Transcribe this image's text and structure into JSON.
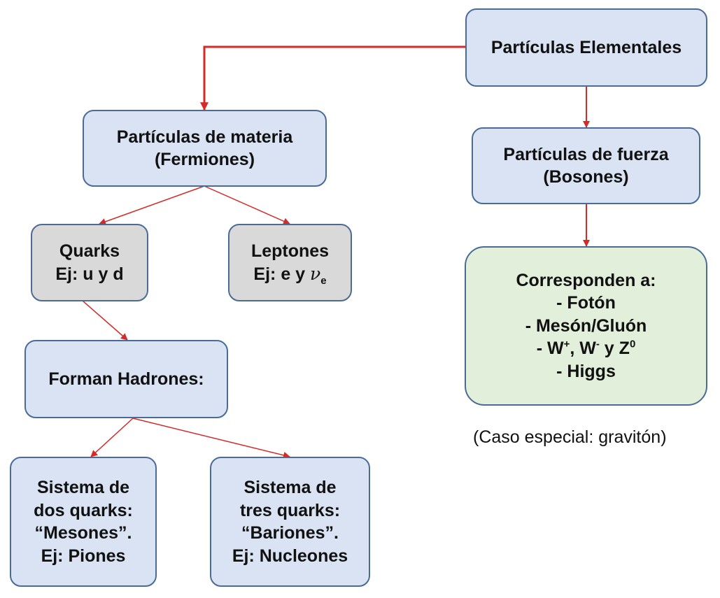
{
  "colors": {
    "connector": "#d42a2a",
    "box_blue": "#dae3f3",
    "box_gray": "#d9d9d9",
    "box_green": "#e2efda",
    "border": "#4a6b96"
  },
  "nodes": {
    "elementales": {
      "lines": [
        "Partículas Elementales"
      ]
    },
    "materia": {
      "lines": [
        "Partículas de materia",
        "(Fermiones)"
      ]
    },
    "fuerza": {
      "lines": [
        "Partículas de fuerza",
        "(Bosones)"
      ]
    },
    "quarks": {
      "lines": [
        "Quarks",
        "Ej: u y d"
      ]
    },
    "leptones": {
      "line1": "Leptones",
      "line2_prefix": "Ej: e y ",
      "nu_symbol": "ν",
      "nu_subscript": "e"
    },
    "corresponden": {
      "title": "Corresponden a:",
      "item1": "- Fotón",
      "item2": "- Mesón/Gluón",
      "w_prefix": "- W",
      "w_plus": "+",
      "w_minus_sep": ", W",
      "w_minus": "-",
      "z_sep": " y Z",
      "z_zero": "0",
      "item4": "- Higgs"
    },
    "hadrones": {
      "lines": [
        "Forman Hadrones:"
      ]
    },
    "mesones": {
      "lines": [
        "Sistema de",
        "dos quarks:",
        "“Mesones”.",
        "Ej: Piones"
      ]
    },
    "bariones": {
      "lines": [
        "Sistema de",
        "tres quarks:",
        "“Bariones”.",
        "Ej: Nucleones"
      ]
    }
  },
  "note": "(Caso especial: gravitón)"
}
